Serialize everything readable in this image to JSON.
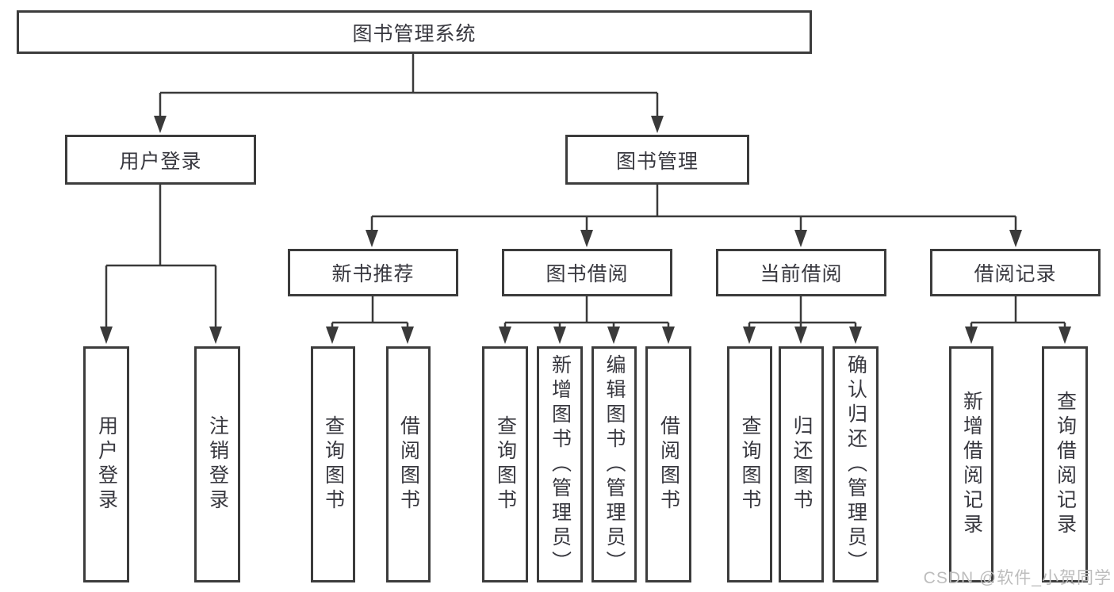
{
  "diagram": {
    "root": {
      "label": "图书管理系统"
    },
    "level2": {
      "user_login": {
        "label": "用户登录"
      },
      "book_management": {
        "label": "图书管理"
      }
    },
    "level3": {
      "new_book_recommend": {
        "label": "新书推荐"
      },
      "book_borrow": {
        "label": "图书借阅"
      },
      "current_borrow": {
        "label": "当前借阅"
      },
      "borrow_record": {
        "label": "借阅记录"
      }
    },
    "leaves": {
      "user_login": {
        "label": "用户登录"
      },
      "logout": {
        "label": "注销登录"
      },
      "recommend_query_book": {
        "label": "查询图书"
      },
      "recommend_borrow_book": {
        "label": "借阅图书"
      },
      "borrow_query_book": {
        "label": "查询图书"
      },
      "borrow_add_book": {
        "label": "新增图书（管理员）"
      },
      "borrow_edit_book": {
        "label": "编辑图书（管理员）"
      },
      "borrow_borrow_book": {
        "label": "借阅图书"
      },
      "current_query_book": {
        "label": "查询图书"
      },
      "current_return_book": {
        "label": "归还图书"
      },
      "current_confirm_return": {
        "label": "确认归还（管理员）"
      },
      "record_add": {
        "label": "新增借阅记录"
      },
      "record_query": {
        "label": "查询借阅记录"
      }
    },
    "watermark": "CSDN @软件_小贺同学",
    "colors": {
      "line": "#3a3a3a",
      "box_border": "#3c3c3c",
      "text": "#38383f",
      "watermark": "#bdbdbd",
      "background": "#ffffff"
    }
  }
}
